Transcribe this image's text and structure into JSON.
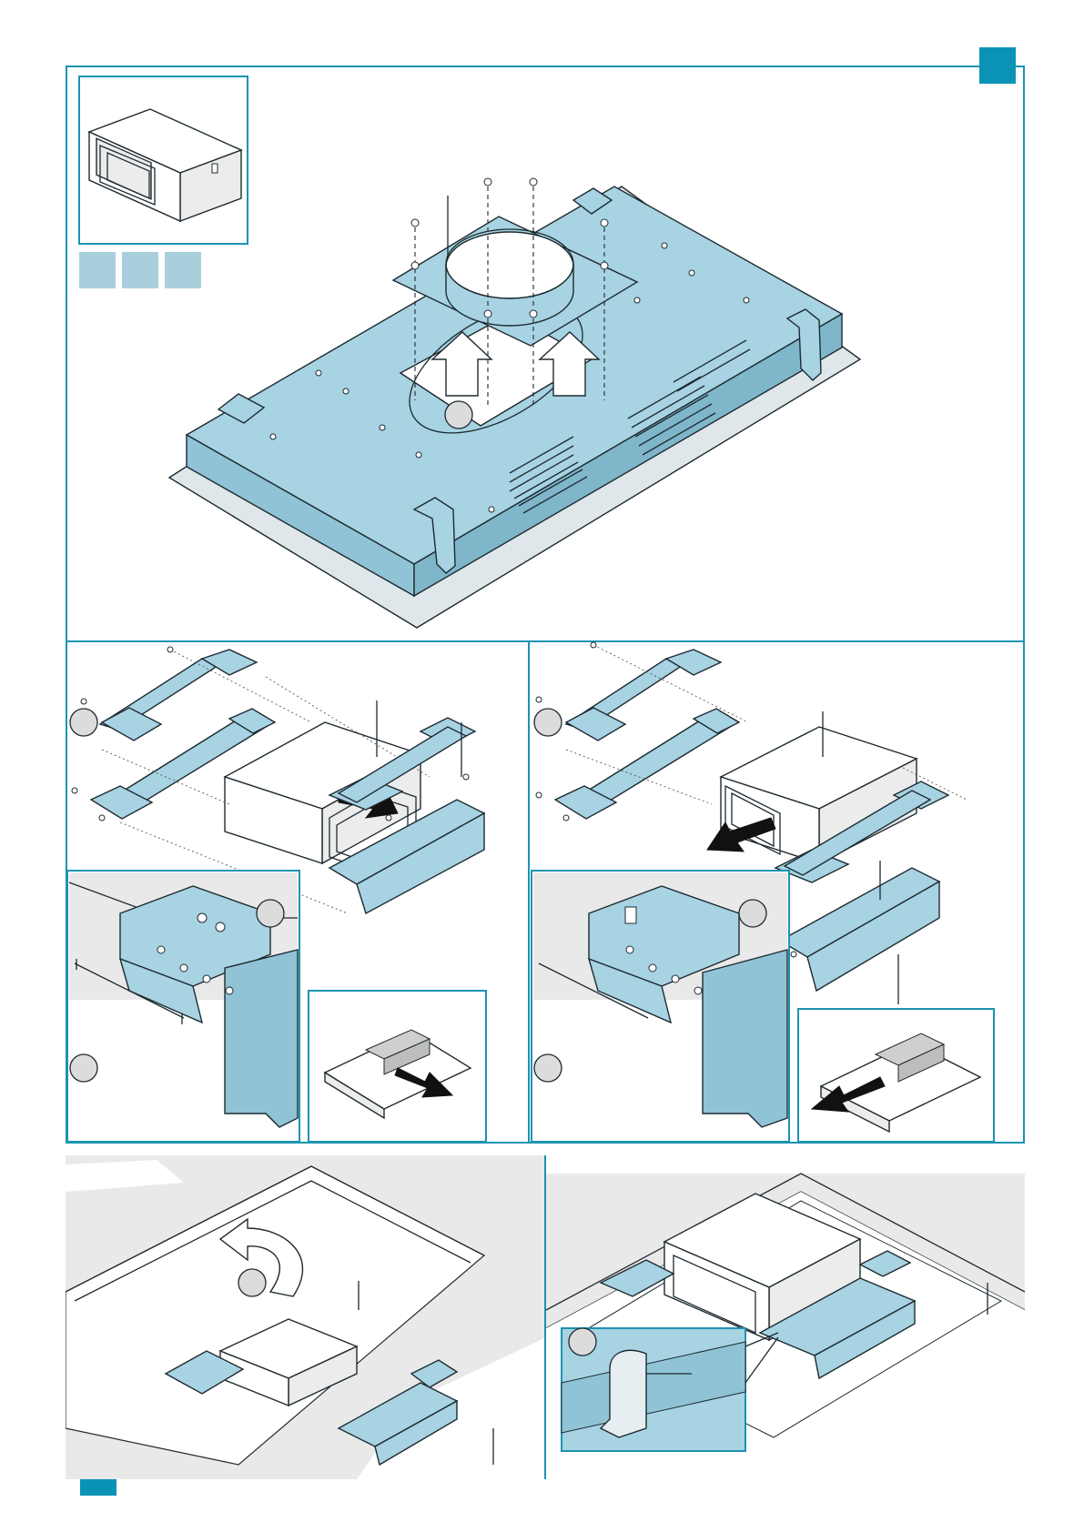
{
  "icons": {
    "corner_marker_top": "square-marker-icon",
    "corner_marker_bottom": "square-marker-icon",
    "step_marker": "circle-marker-icon",
    "screw": "screw-icon",
    "lift_arrow": "arrow-up-icon",
    "slide_arrow": "arrow-right-icon",
    "rotate_arrow": "curved-arrow-icon"
  },
  "colors": {
    "accent": "#0b93b5",
    "frame": "#1b94b0",
    "part_fill": "#a7d3e2",
    "tile_fill": "#a9cfdd",
    "marker_fill": "#dcdcdc",
    "floor_fill": "#e9e9e9"
  },
  "panels": {
    "top": "top-section-hob-underside-adapter-plate",
    "middle_left": "bracket-assembly-right-outlet",
    "middle_right": "bracket-assembly-left-outlet",
    "bottom_left": "worktop-cutout-insertion",
    "bottom_right": "installed-unit-detail"
  }
}
